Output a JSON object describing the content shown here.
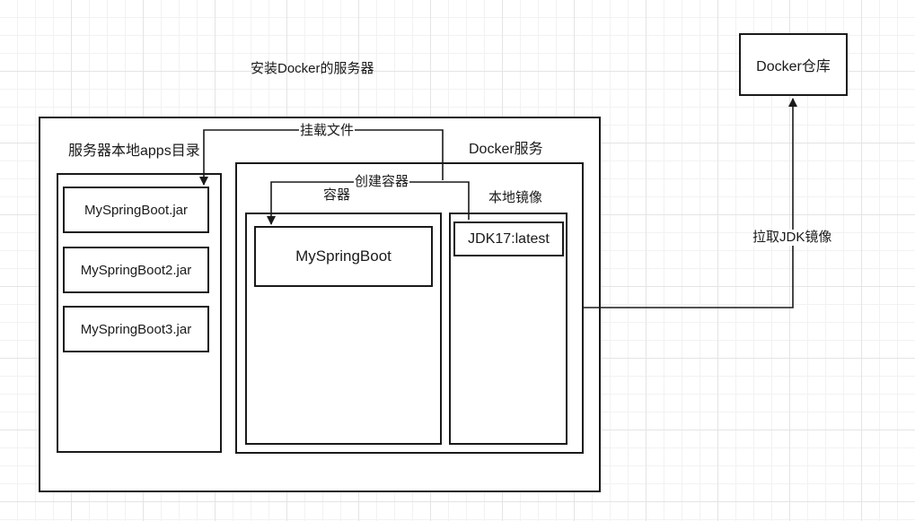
{
  "server_title": "安装Docker的服务器",
  "apps_dir": {
    "title": "服务器本地apps目录",
    "jars": [
      "MySpringBoot.jar",
      "MySpringBoot2.jar",
      "MySpringBoot3.jar"
    ]
  },
  "docker_service": {
    "title": "Docker服务",
    "container": {
      "title": "容器",
      "app": "MySpringBoot"
    },
    "local_images": {
      "title": "本地镜像",
      "image": "JDK17:latest"
    }
  },
  "registry": {
    "title": "Docker仓库"
  },
  "edges": {
    "mount": "挂载文件",
    "create": "创建容器",
    "pull": "拉取JDK镜像"
  }
}
